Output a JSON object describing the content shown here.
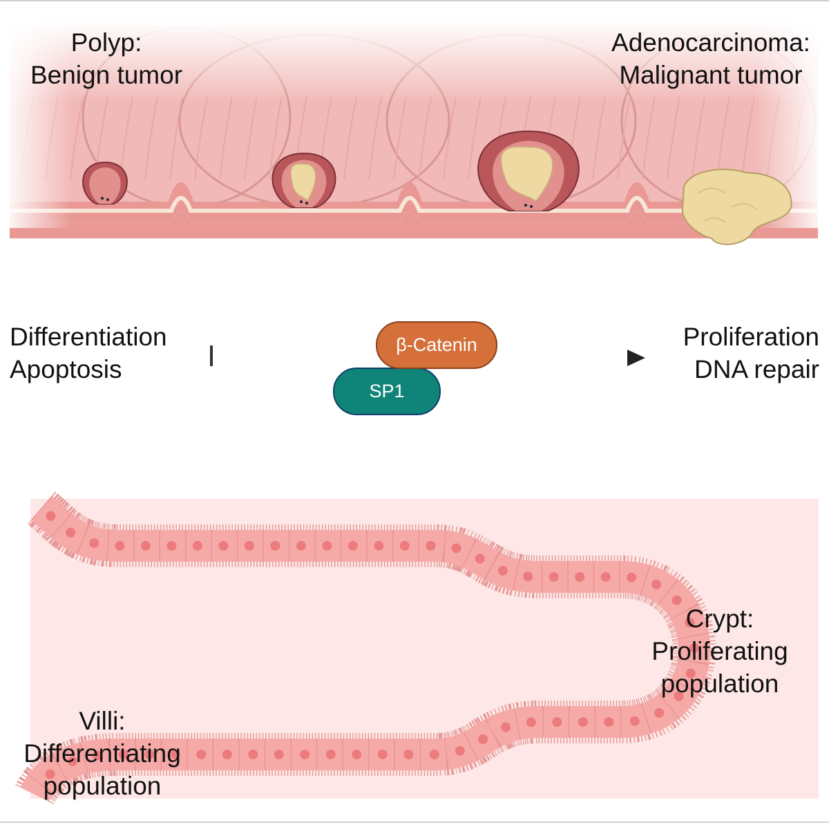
{
  "panels": {
    "colon_progression": {
      "left_label": {
        "line1": "Polyp:",
        "line2": "Benign tumor"
      },
      "right_label": {
        "line1": "Adenocarcinoma:",
        "line2": "Malignant tumor"
      }
    },
    "signaling": {
      "proteins": {
        "catenin": "β-Catenin",
        "sp1": "SP1"
      },
      "inhibited": {
        "line1": "Differentiation",
        "line2": "Apoptosis"
      },
      "activated": {
        "line1": "Proliferation",
        "line2": "DNA repair"
      }
    },
    "intestinal_epithelium": {
      "crypt": {
        "line1": "Crypt:",
        "line2": "Proliferating",
        "line3": "population"
      },
      "villi": {
        "line1": "Villi:",
        "line2": "Differentiating",
        "line3": "population"
      }
    }
  },
  "colors": {
    "tissue": "#f1b9b7",
    "tissue_fold": "#d99793",
    "polyp": "#b9565a",
    "tumor": "#eed9a2",
    "catenin": "#d5703a",
    "sp1": "#108478",
    "epithelium": "#f6aaa8",
    "nucleus": "#ec7b7e",
    "background_panel": "#fde8e7"
  }
}
